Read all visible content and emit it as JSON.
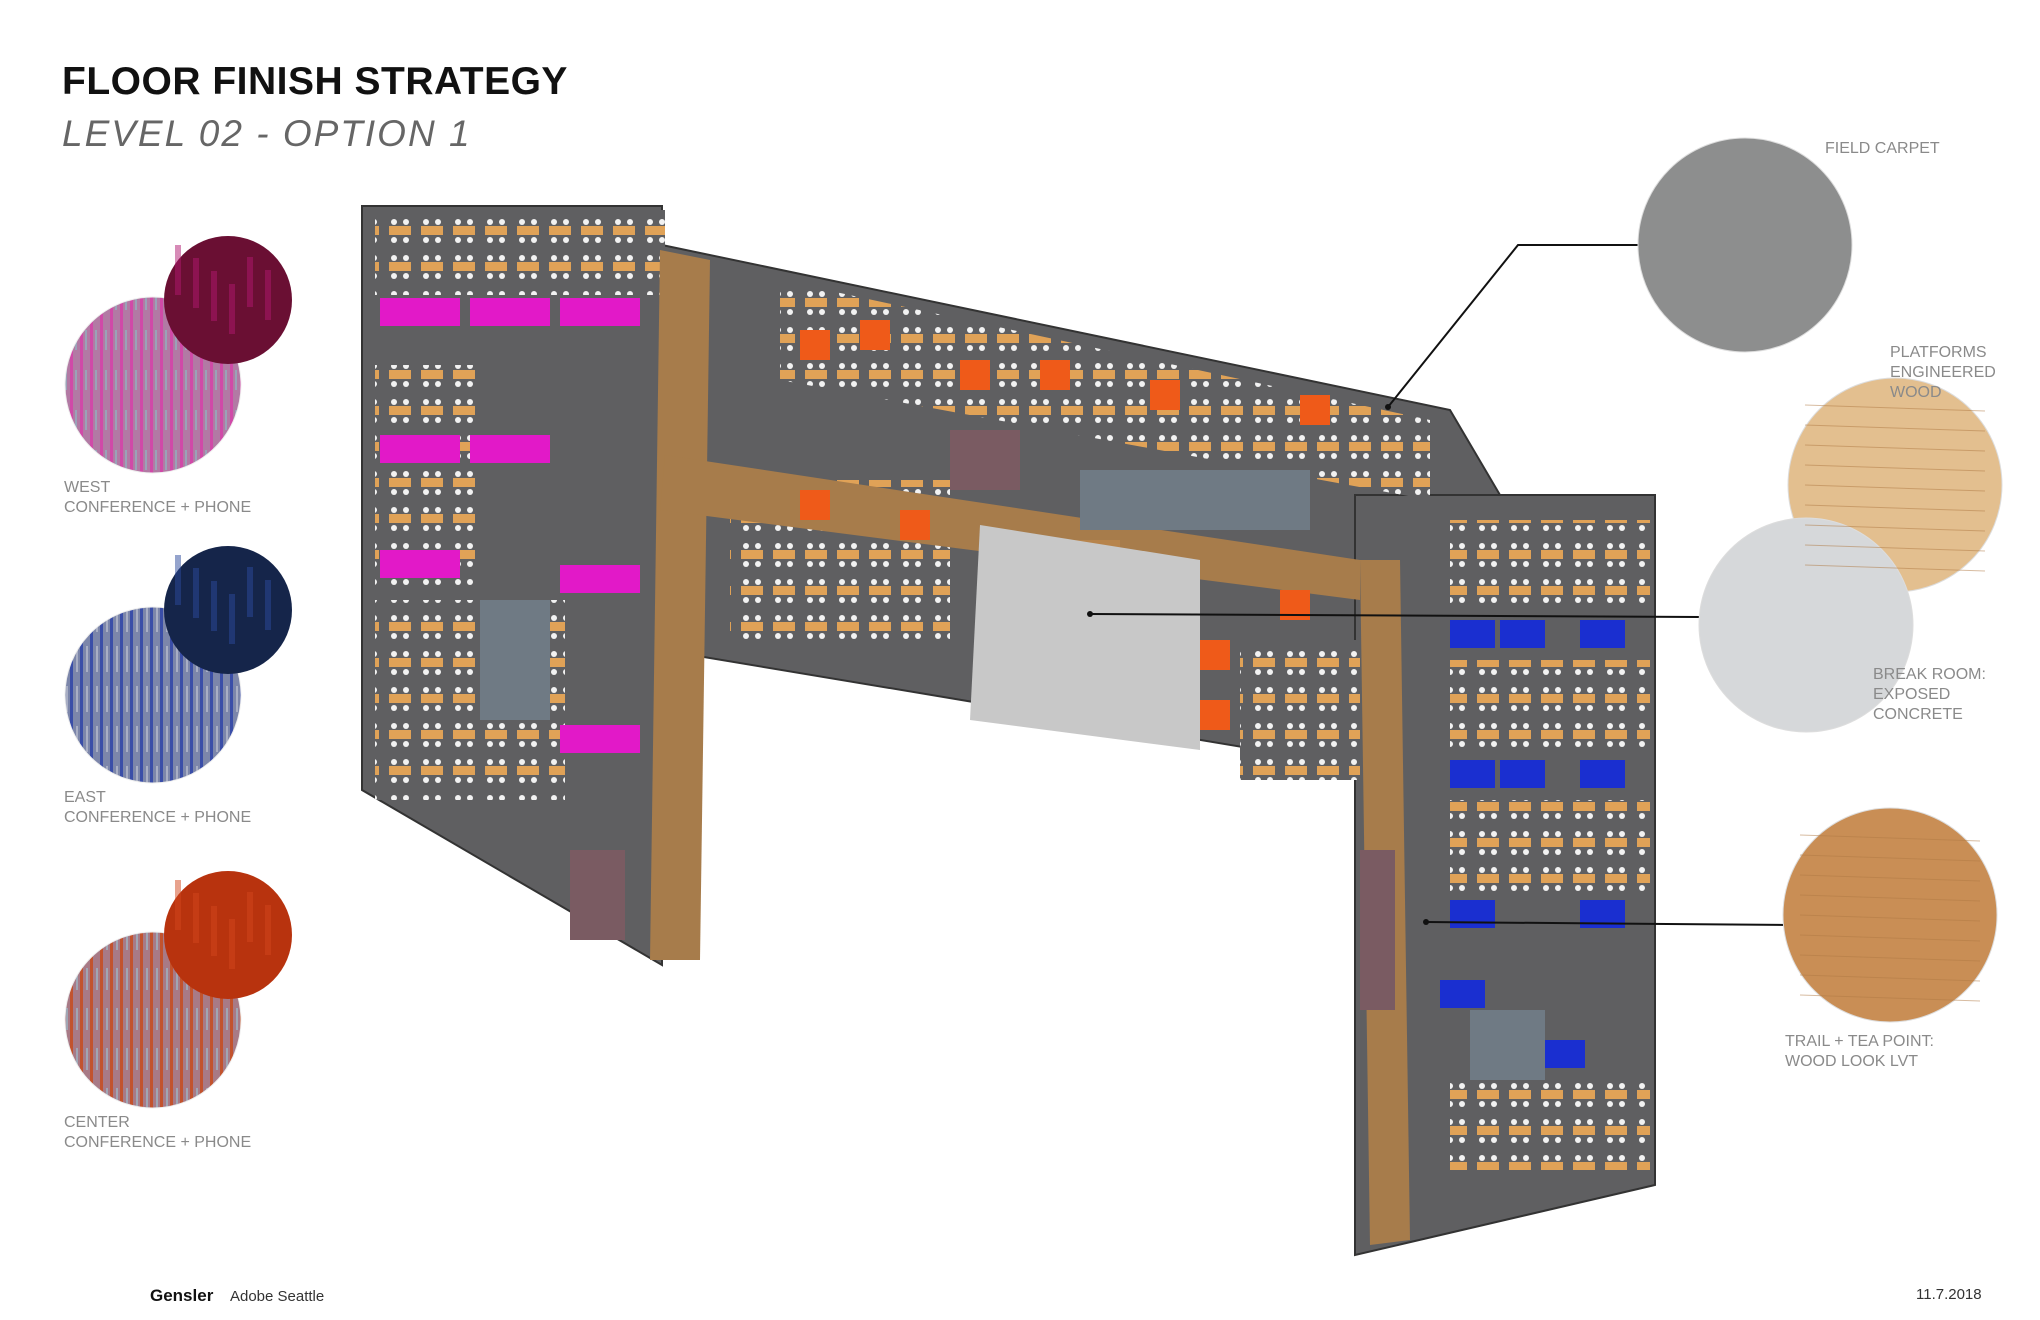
{
  "header": {
    "title": "FLOOR FINISH STRATEGY",
    "subtitle": "LEVEL 02 - OPTION 1"
  },
  "swatches": [
    {
      "line1": "WEST",
      "line2": "CONFERENCE + PHONE",
      "accent": "#b0186f",
      "dark": "#6a0f33"
    },
    {
      "line1": "EAST",
      "line2": "CONFERENCE + PHONE",
      "accent": "#2b4a9c",
      "dark": "#15254a"
    },
    {
      "line1": "CENTER",
      "line2": "CONFERENCE + PHONE",
      "accent": "#d2451b",
      "dark": "#b8330e"
    }
  ],
  "materials": [
    {
      "line1": "FIELD CARPET",
      "line2": "",
      "color": "#8d8e8e"
    },
    {
      "line1": "PLATFORMS",
      "line2": "ENGINEERED WOOD",
      "color": "#e3bf8f"
    },
    {
      "line1": "BREAK ROOM:",
      "line2": "EXPOSED CONCRETE",
      "color": "#d6d8da"
    },
    {
      "line1": "TRAIL + TEA POINT:",
      "line2": "WOOD LOOK LVT",
      "color": "#c98e55"
    }
  ],
  "footer": {
    "brand": "Gensler",
    "project": "Adobe Seattle",
    "date": "11.7.2018"
  },
  "colors": {
    "floor": "#5f5f61",
    "trail": "#a77c4b",
    "desk": "#e0a257",
    "west": "#e219c8",
    "east": "#1a2fd0",
    "center": "#ef5a19",
    "meeting": "#7a5b62",
    "concrete": "#c8c8c8"
  }
}
